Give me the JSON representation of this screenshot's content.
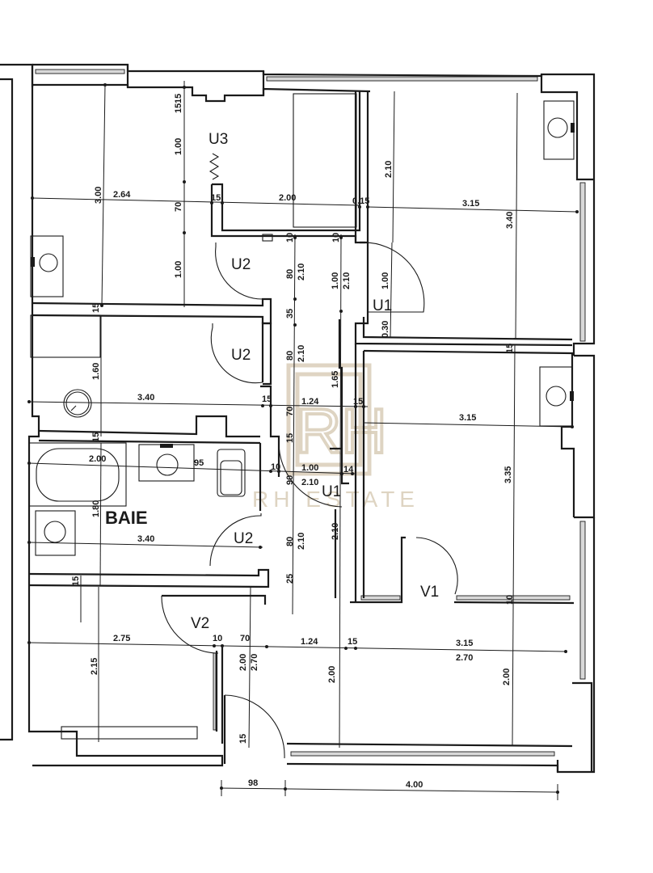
{
  "plan": {
    "room_labels": {
      "u3": "U3",
      "u2_top": "U2",
      "u2_mid": "U2",
      "u2_low": "U2",
      "u1_top": "U1",
      "u1_mid": "U1",
      "v1": "V1",
      "v2": "V2",
      "baie": "BAIE"
    },
    "dimensions": {
      "top_left_height": "3.00",
      "top_left_width": "2.64",
      "u3_d1": "15",
      "u3_d2": "15",
      "u3_h1": "1.00",
      "u3_gap": "70",
      "u3_h2": "1.00",
      "u3_wall": "15",
      "u3_width": "2.00",
      "u3_wall2": "0.15",
      "top_right_h1": "2.10",
      "top_right_width": "3.15",
      "top_right_height": "3.40",
      "corr_10a": "10",
      "corr_10b": "10",
      "corr_80a": "80",
      "corr_210a": "2.10",
      "corr_100a": "1.00",
      "corr_210b": "2.10",
      "u1_door_w": "1.00",
      "u1_gap": "0.30",
      "corr_35": "35",
      "wall_15_right": "15",
      "mid_left_wall": "15",
      "mid_left_h": "1.60",
      "mid_left_w": "3.40",
      "corr_80b": "80",
      "corr_210c": "2.10",
      "corr_165": "1.65",
      "corr_15a": "15",
      "corr_124": "1.24",
      "corr_15b": "15",
      "corr_70": "70",
      "corr_15c": "15",
      "mid_right_w": "3.15",
      "mid_right_h": "3.35",
      "bath_wall": "15",
      "bath_tub_w": "2.00",
      "bath_95": "95",
      "corr_10c": "10",
      "corr_100b": "1.00",
      "corr_14": "14",
      "corr_90": "90",
      "corr_210d": "2.10",
      "bath_h": "1.80",
      "bath_w": "3.40",
      "corr_80c": "80",
      "corr_210e": "2.10",
      "corr_210f": "2.10",
      "corr_25": "25",
      "v1_wall": "10",
      "low_left_wall": "15",
      "low_left_w": "2.75",
      "low_left_h": "2.15",
      "low_10": "10",
      "low_70": "70",
      "low_124": "1.24",
      "low_15": "15",
      "low_315": "3.15",
      "low_270b": "2.70",
      "low_200a": "2.00",
      "low_270a": "2.70",
      "low_200b": "2.00",
      "low_200c": "2.00",
      "entry_15": "15",
      "bottom_98": "98",
      "bottom_400": "4.00"
    },
    "watermark": {
      "monogram": "RH",
      "text": "RH ESTATE"
    }
  }
}
